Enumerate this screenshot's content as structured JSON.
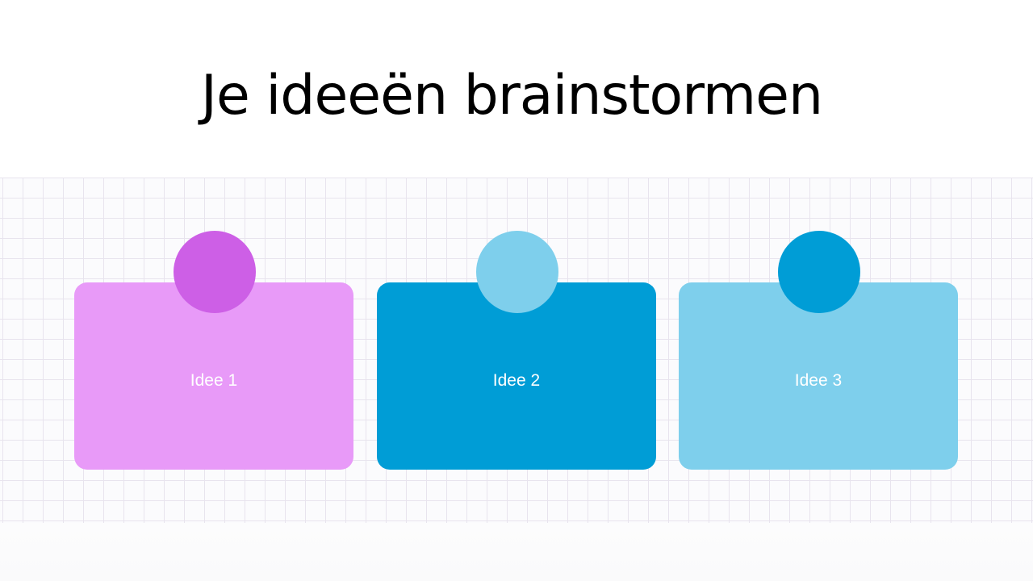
{
  "slide": {
    "title": "Je ideeën brainstormen"
  },
  "cards": [
    {
      "label": "Idee 1",
      "card_color": "#e89af8",
      "circle_color": "#cd5fe6"
    },
    {
      "label": "Idee 2",
      "card_color": "#009dd6",
      "circle_color": "#7ecfec"
    },
    {
      "label": "Idee 3",
      "card_color": "#7ecfec",
      "circle_color": "#009dd6"
    }
  ],
  "background": {
    "grid_line_color": "#e8e4ee",
    "grid_fill_color": "#fbfbfd"
  }
}
